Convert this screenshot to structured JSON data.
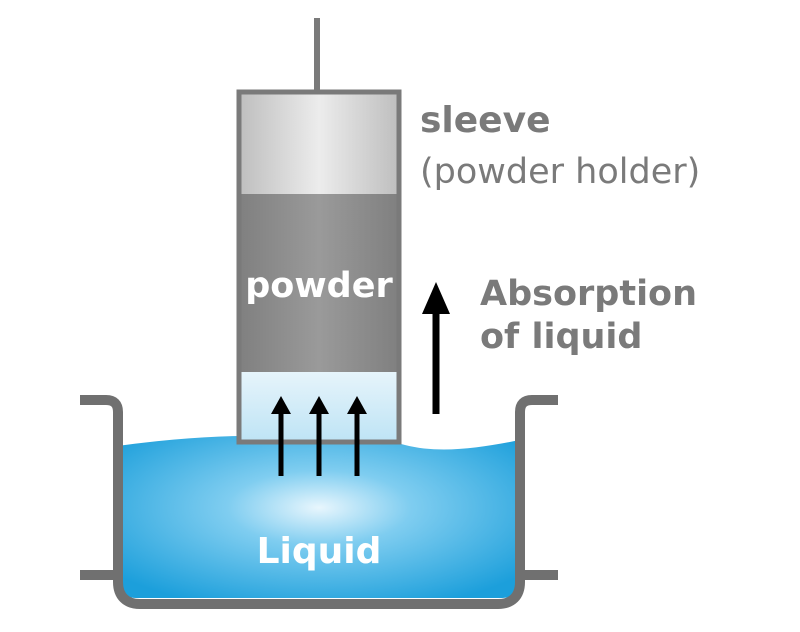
{
  "labels": {
    "sleeve_title": "sleeve",
    "sleeve_subtitle": "(powder holder)",
    "powder": "powder",
    "absorption_line1": "Absorption",
    "absorption_line2": "of liquid",
    "liquid": "Liquid"
  },
  "colors": {
    "gray_label": "#7a7a7a",
    "container_outline": "#707070",
    "sleeve_top_light": "#d9d9d9",
    "powder_gray": "#8e8e8e",
    "liquid_blue": "#2ba6dd",
    "arrow": "#000000",
    "white_text": "#ffffff"
  }
}
